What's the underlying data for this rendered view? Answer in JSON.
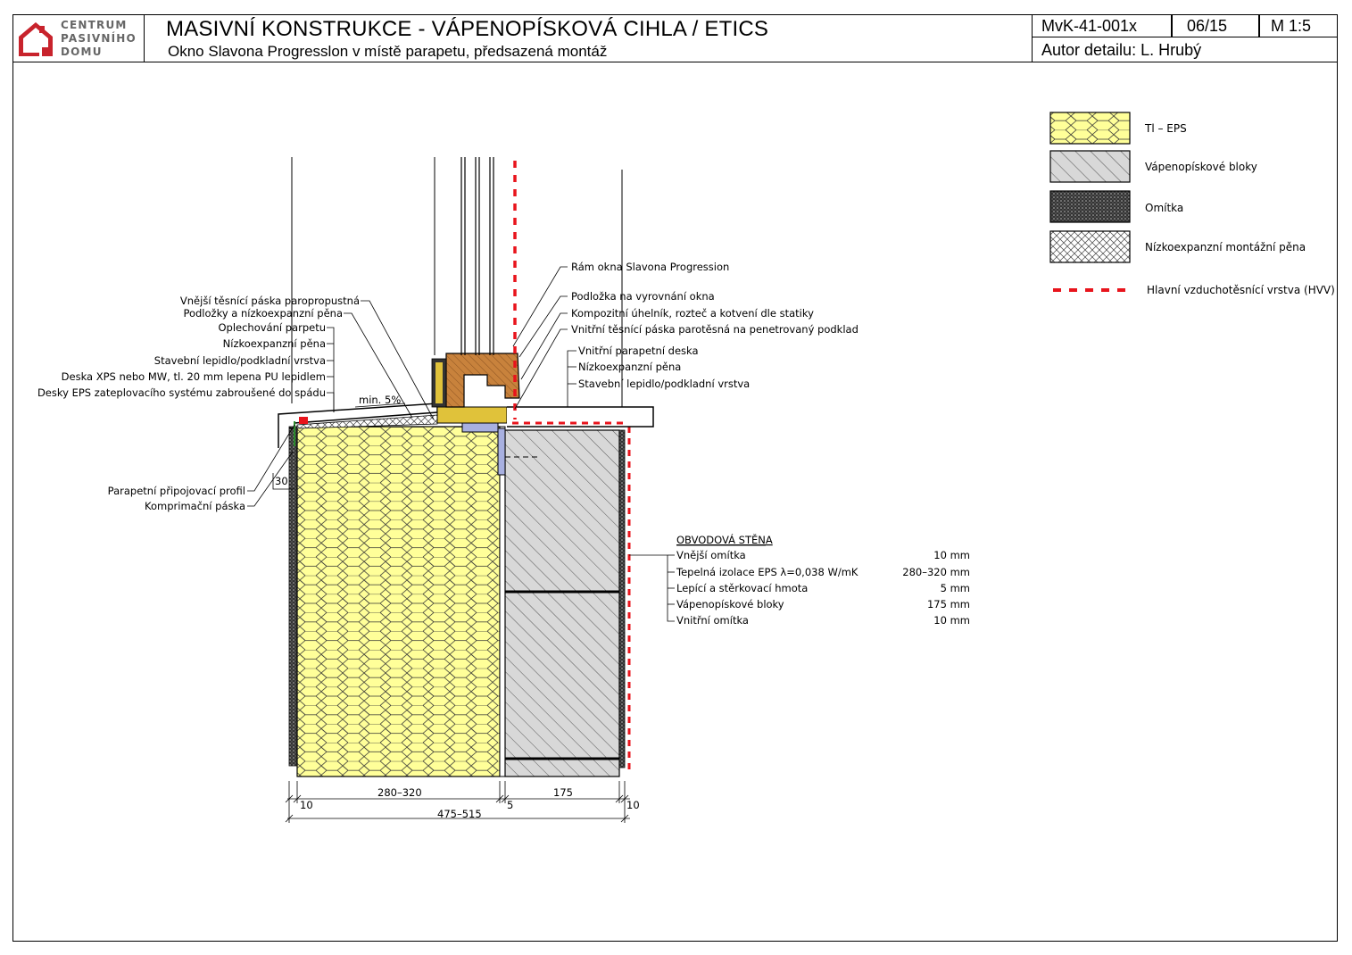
{
  "header": {
    "logo": {
      "line1": "CENTRUM",
      "line2": "PASIVNÍHO",
      "line3": "DOMU"
    },
    "title": "MASIVNÍ KONSTRUKCE - VÁPENOPÍSKOVÁ CIHLA / ETICS",
    "subtitle": "Okno Slavona Progresslon v místě parapetu, předsazená montáž",
    "code": "MvK-41-001x",
    "date": "06/15",
    "scale": "M 1:5",
    "author": "Autor detailu: L. Hrubý"
  },
  "legend": [
    {
      "label": "Tl – EPS"
    },
    {
      "label": "Vápenopískové bloky"
    },
    {
      "label": "Omítka"
    },
    {
      "label": "Nízkoexpanzní montážní pěna"
    },
    {
      "label": "Hlavní vzduchotěsnící vrstva (HVV)"
    }
  ],
  "labels_left": [
    "Vnější těsnící páska paropropustná",
    "Podložky a nízkoexpanzní pěna",
    "Oplechování parpetu",
    "Nízkoexpanzní pěna",
    "Stavební lepidlo/podkladní vrstva",
    "Deska XPS nebo MW, tl. 20 mm  lepena PU lepidlem",
    "Desky EPS zateplovacího systému zabroušené do spádu"
  ],
  "labels_left_lower": [
    "Parapetní připojovací profil",
    "Komprimační páska"
  ],
  "labels_right_top": [
    "Rám okna Slavona Progression",
    "Podložka na vyrovnání okna",
    "Kompozitní úhelník, rozteč a kotvení dle statiky",
    "Vnitřní těsnící páska parotěsná na penetrovaný podklad"
  ],
  "labels_right_mid": [
    "Vnitřní parapetní deska",
    "Nízkoexpanzní pěna",
    "Stavební lepidlo/podkladní vrstva"
  ],
  "slope_label": "min. 5%",
  "dim_small": "30",
  "wall": {
    "heading": "OBVODOVÁ STĚNA",
    "layers": [
      {
        "name": "Vnější omítka",
        "value": "10 mm"
      },
      {
        "name": "Tepelná izolace EPS λ=0,038 W/mK",
        "value": "280–320 mm"
      },
      {
        "name": "Lepící a stěrkovací hmota",
        "value": "5 mm"
      },
      {
        "name": "Vápenopískové bloky",
        "value": "175 mm"
      },
      {
        "name": "Vnitřní omítka",
        "value": "10 mm"
      }
    ]
  },
  "dimensions": {
    "d_outer_render": "10",
    "d_insulation": "280–320",
    "d_adhesive": "5",
    "d_blocks": "175",
    "d_inner_render": "10",
    "d_total": "475–515"
  },
  "colors": {
    "eps": "#ffff99",
    "hvv": "#e8141c",
    "window_frame": "#c8823c",
    "shim": "#e0c23a",
    "angle": "#a8b0e0"
  }
}
